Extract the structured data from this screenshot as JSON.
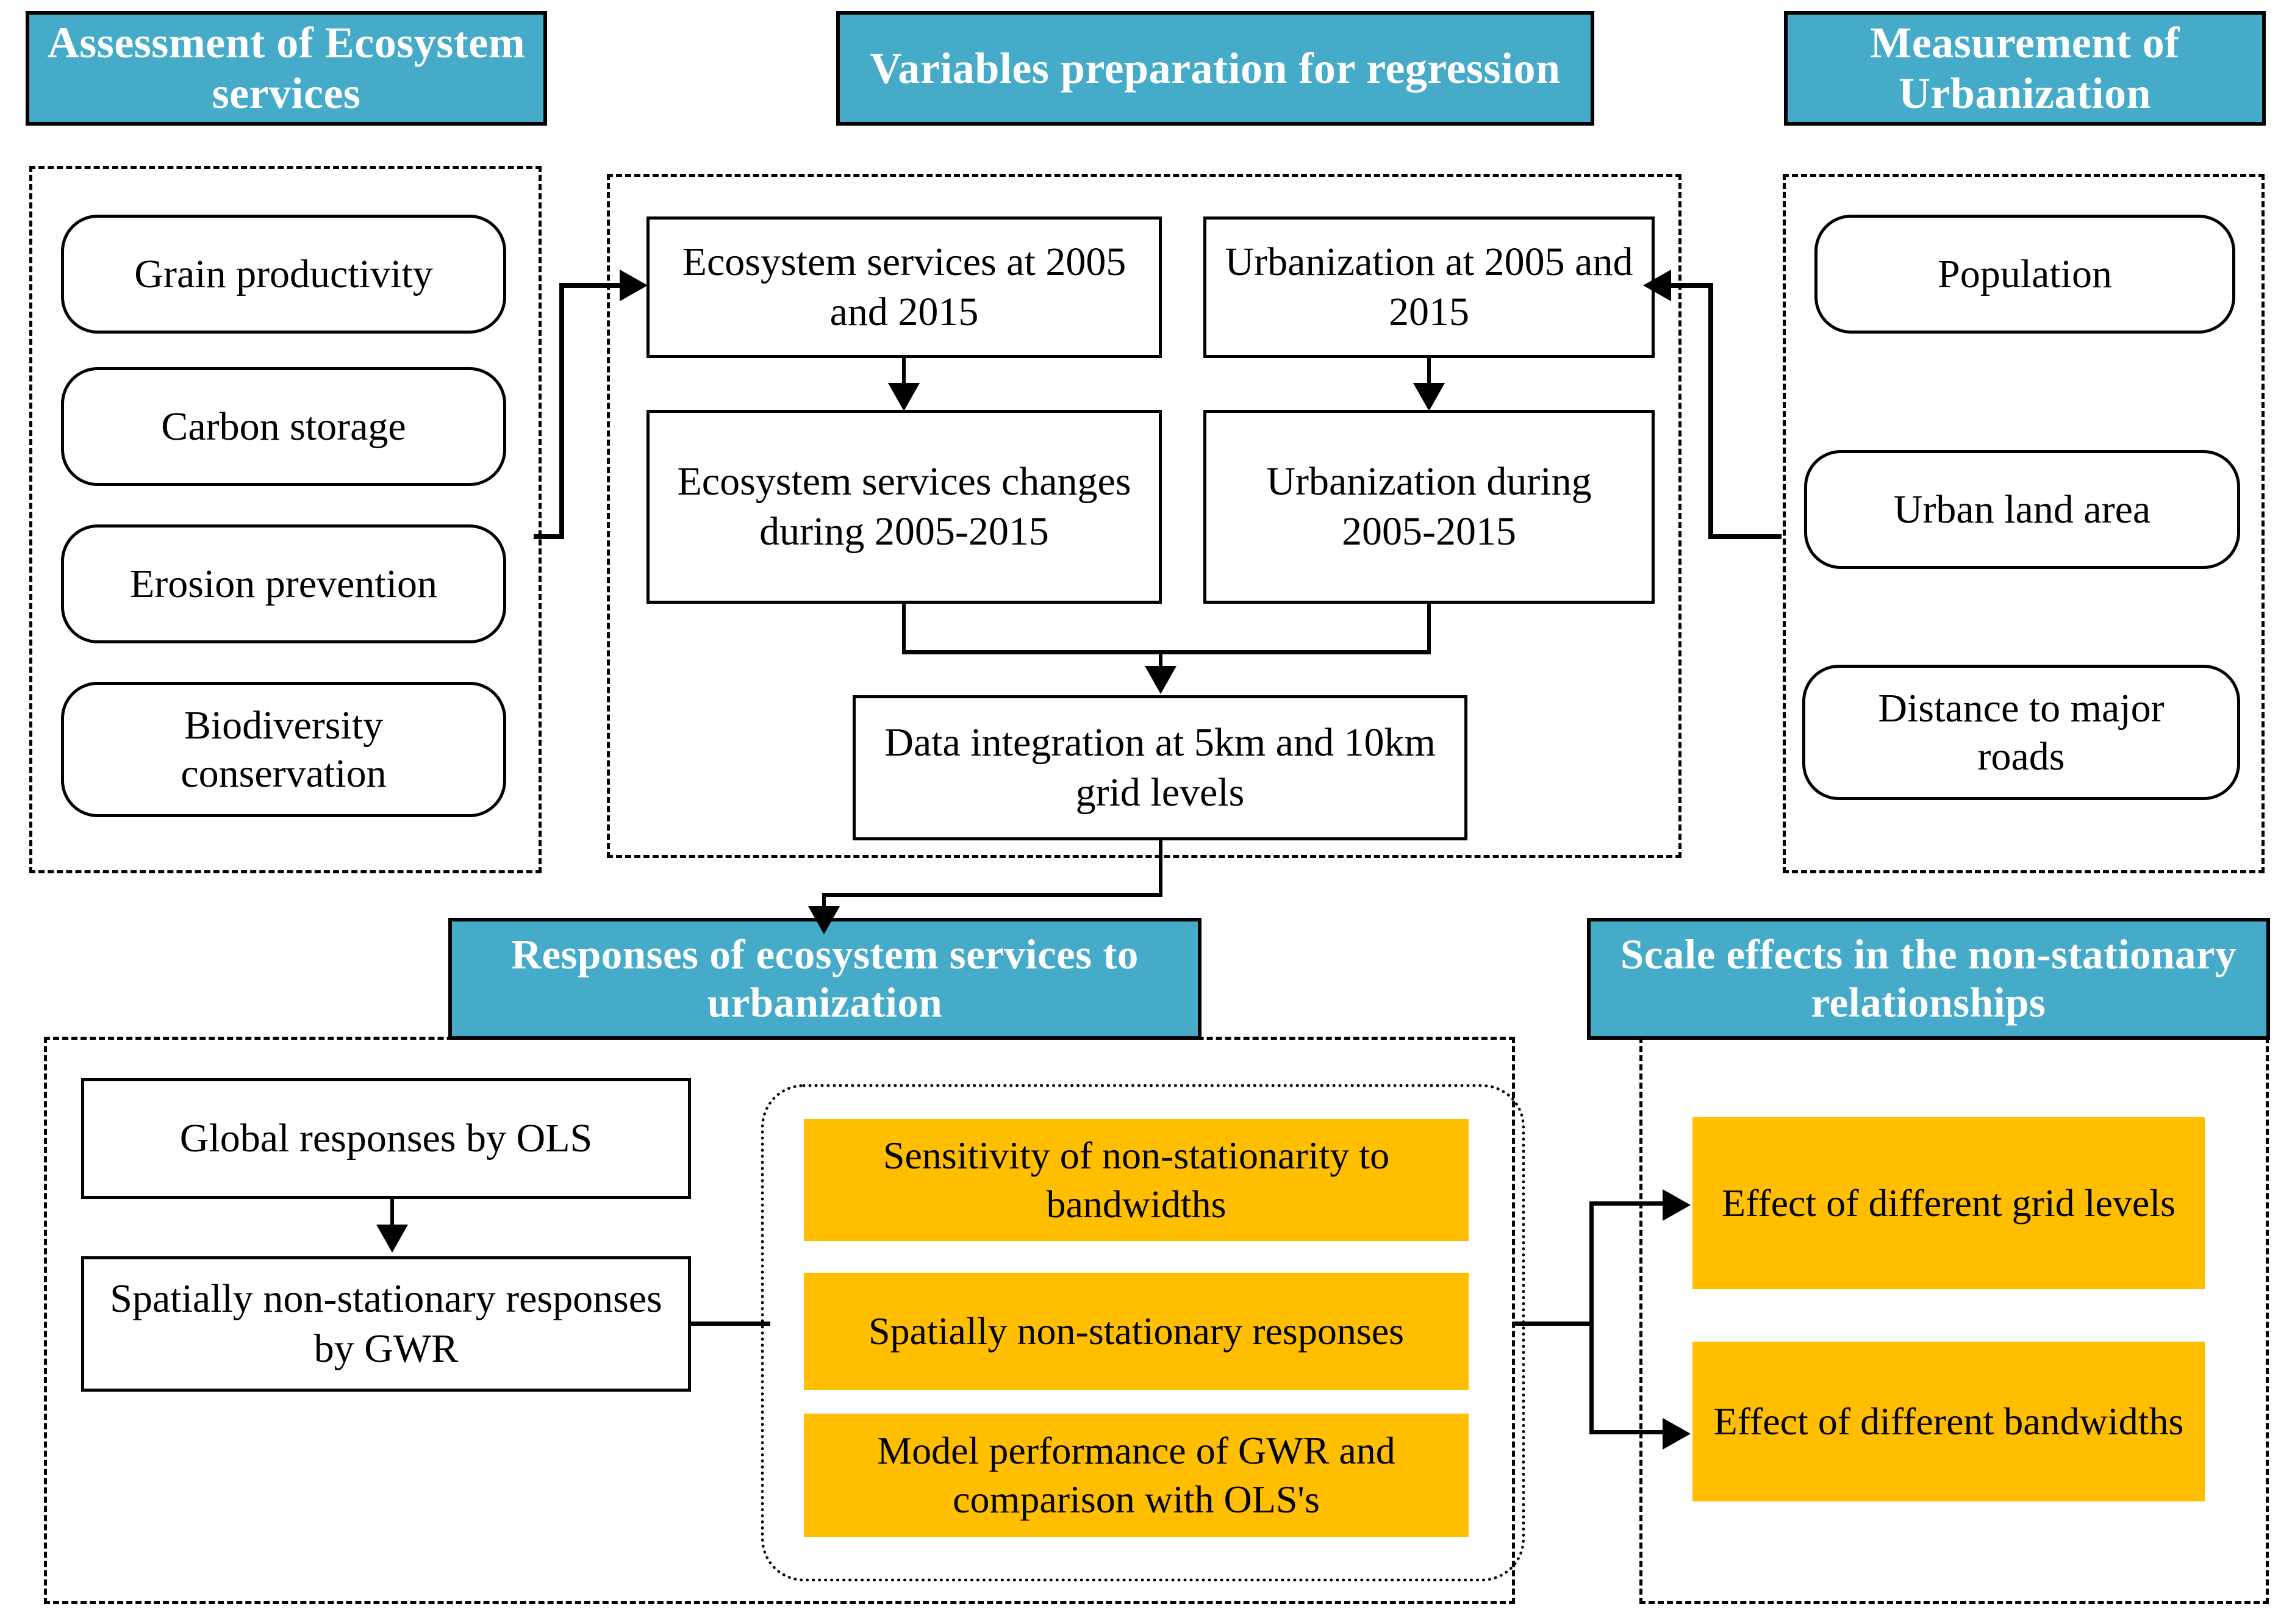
{
  "colors": {
    "header_teal": "#46ABC8",
    "highlight_orange": "#FFBE00",
    "outline_black": "#000000",
    "page_background": "#FFFFFF"
  },
  "panels": {
    "assessment": {
      "header": "Assessment of Ecosystem services",
      "items": [
        "Grain productivity",
        "Carbon storage",
        "Erosion prevention",
        "Biodiversity conservation"
      ]
    },
    "variables": {
      "header": "Variables preparation for regression",
      "boxes": {
        "es_years": "Ecosystem services at 2005 and 2015",
        "urb_years": "Urbanization at 2005 and 2015",
        "es_changes": "Ecosystem services changes during 2005-2015",
        "urb_changes": "Urbanization during 2005-2015",
        "integration": "Data integration at 5km and 10km grid levels"
      }
    },
    "measurement": {
      "header": "Measurement of Urbanization",
      "items": [
        "Population",
        "Urban land area",
        "Distance to major roads"
      ]
    },
    "responses": {
      "header": "Responses of ecosystem services to urbanization",
      "boxes": {
        "ols": "Global responses by OLS",
        "gwr": "Spatially non-stationary responses by GWR"
      },
      "highlights": [
        "Sensitivity of non-stationarity to bandwidths",
        "Spatially  non-stationary responses",
        "Model performance of GWR and comparison with OLS's"
      ]
    },
    "scale_effects": {
      "header": "Scale effects in the non-stationary relationships",
      "highlights": [
        "Effect of different grid levels",
        "Effect of different bandwidths"
      ]
    }
  },
  "icons": {
    "arrow_down": "arrow-down-icon",
    "arrow_right": "arrow-right-icon",
    "arrow_left": "arrow-left-icon"
  }
}
